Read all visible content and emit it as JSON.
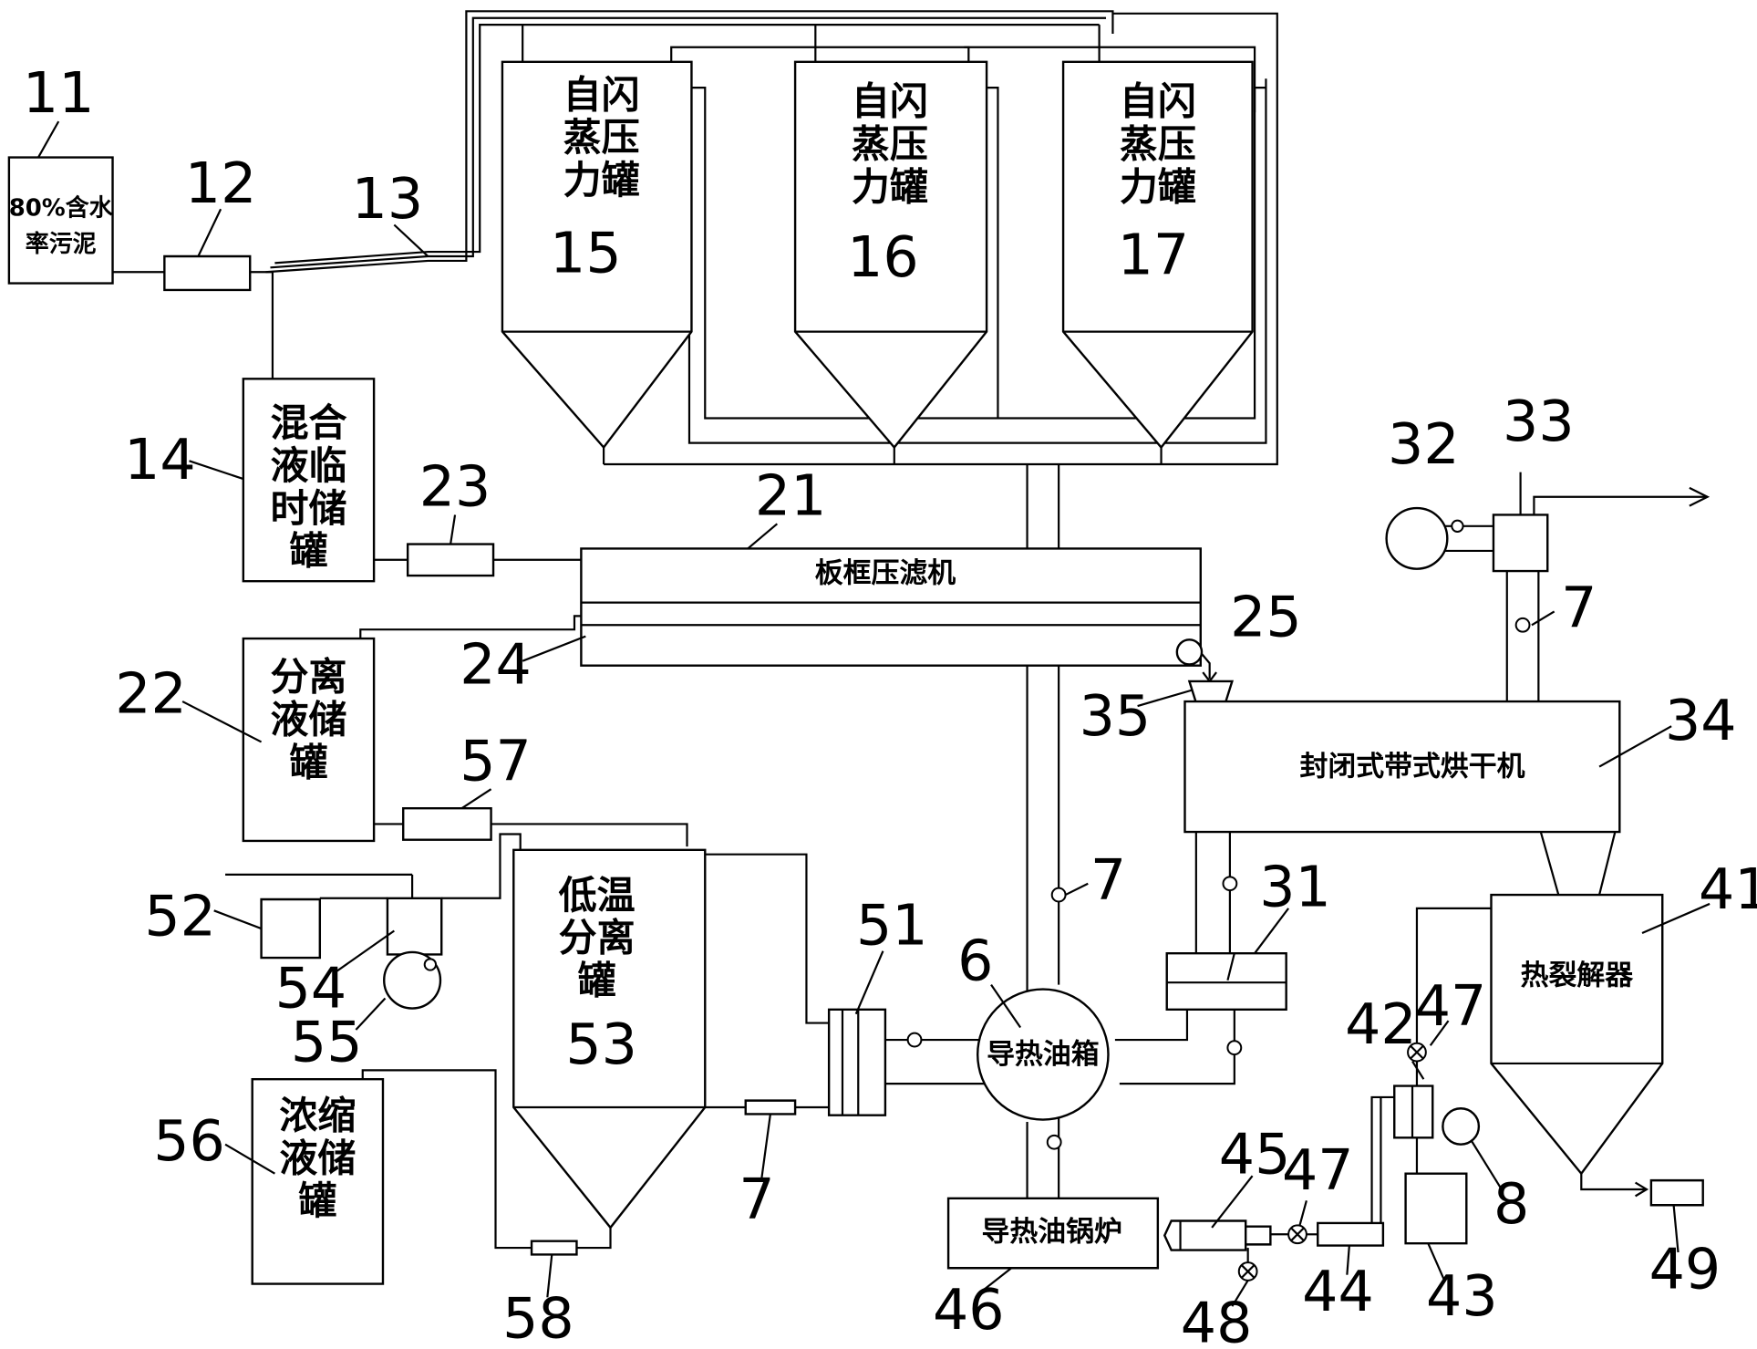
{
  "components": {
    "c11": {
      "number": "11",
      "label_lines": [
        "80%含水",
        "率污泥"
      ]
    },
    "c12": {
      "number": "12"
    },
    "c13": {
      "number": "13"
    },
    "c14": {
      "number": "14",
      "label_lines": [
        "混合",
        "液临",
        "时储",
        "罐"
      ]
    },
    "c15": {
      "number": "15",
      "label_lines": [
        "自闪",
        "蒸压",
        "力罐"
      ]
    },
    "c16": {
      "number": "16",
      "label_lines": [
        "自闪",
        "蒸压",
        "力罐"
      ]
    },
    "c17": {
      "number": "17",
      "label_lines": [
        "自闪",
        "蒸压",
        "力罐"
      ]
    },
    "c21": {
      "number": "21",
      "label": "板框压滤机"
    },
    "c22": {
      "number": "22",
      "label_lines": [
        "分离",
        "液储",
        "罐"
      ]
    },
    "c23": {
      "number": "23"
    },
    "c24": {
      "number": "24"
    },
    "c25": {
      "number": "25"
    },
    "c31": {
      "number": "31"
    },
    "c32": {
      "number": "32"
    },
    "c33": {
      "number": "33"
    },
    "c34": {
      "number": "34",
      "label": "封闭式带式烘干机"
    },
    "c35": {
      "number": "35"
    },
    "c41": {
      "number": "41",
      "label": "热裂解器"
    },
    "c42": {
      "number": "42"
    },
    "c43": {
      "number": "43"
    },
    "c44": {
      "number": "44"
    },
    "c45": {
      "number": "45"
    },
    "c46": {
      "number": "46",
      "label": "导热油锅炉"
    },
    "c47a": {
      "number": "47"
    },
    "c47b": {
      "number": "47"
    },
    "c48": {
      "number": "48"
    },
    "c49": {
      "number": "49"
    },
    "c51": {
      "number": "51"
    },
    "c52": {
      "number": "52"
    },
    "c53": {
      "number": "53",
      "label_lines": [
        "低温",
        "分离",
        "罐"
      ]
    },
    "c54": {
      "number": "54"
    },
    "c55": {
      "number": "55"
    },
    "c56": {
      "number": "56",
      "label_lines": [
        "浓缩",
        "液储",
        "罐"
      ]
    },
    "c57": {
      "number": "57"
    },
    "c58": {
      "number": "58"
    },
    "c6": {
      "number": "6",
      "label": "导热油箱"
    },
    "c7a": {
      "number": "7"
    },
    "c7b": {
      "number": "7"
    },
    "c7c": {
      "number": "7"
    },
    "c8": {
      "number": "8"
    }
  }
}
